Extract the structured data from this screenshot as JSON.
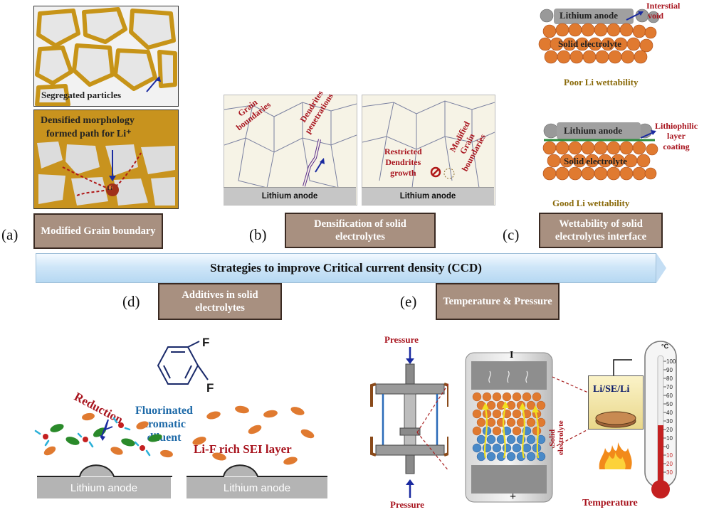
{
  "labels": {
    "a": "(a)",
    "b": "(b)",
    "c": "(c)",
    "d": "(d)",
    "e": "(e)"
  },
  "boxes": {
    "a": "Modified Grain boundary",
    "b": "Densification of solid electrolytes",
    "c": "Wettability of solid electrolytes interface",
    "d": "Additives in solid electrolytes",
    "e": "Temperature & Pressure"
  },
  "banner": "Strategies to improve Critical current density (CCD)",
  "panel_a": {
    "segregated": "Segregated particles",
    "densified_1": "Densified morphology",
    "densified_2": "formed path for Li⁺",
    "li": "Li"
  },
  "panel_b": {
    "grain_1": "Grain",
    "grain_2": "boundaries",
    "dendrites_1": "Dendrites",
    "dendrites_2": "penetrations",
    "restricted_1": "Restricted",
    "restricted_2": "Dendrites",
    "restricted_3": "growth",
    "modified_1": "Modified",
    "modified_2": "Grain",
    "modified_3": "boundaries",
    "anode_left": "Lithium anode",
    "anode_right": "Lithium anode"
  },
  "panel_c": {
    "top_anode": "Lithium anode",
    "top_electrolyte": "Solid electrolyte",
    "interstial_1": "Interstial",
    "interstial_2": "void",
    "poor": "Poor Li wettability",
    "bottom_anode": "Lithium anode",
    "bottom_electrolyte": "Solid electrolyte",
    "litho_1": "Lithiophilic",
    "litho_2": "layer",
    "litho_3": "coating",
    "good": "Good Li wettability"
  },
  "panel_d": {
    "reduction": "Reduction",
    "diluent_1": "Fluorinated",
    "diluent_2": "aromatic",
    "diluent_3": "diluent",
    "sei": "Li-F rich SEI layer",
    "f1": "F",
    "f2": "F",
    "anode_left": "Lithium anode",
    "anode_right": "Lithium anode"
  },
  "panel_e": {
    "pressure_top": "Pressure",
    "pressure_bottom": "Pressure",
    "cell_label_1": "Solid",
    "cell_label_2": "electrolyte",
    "minus": "I",
    "plus": "+",
    "box_label": "Li/SE/Li",
    "temperature": "Temperature",
    "unit": "°C",
    "scale": [
      "100",
      "90",
      "80",
      "70",
      "60",
      "50",
      "40",
      "30",
      "20",
      "10",
      "0",
      "10",
      "20",
      "30"
    ]
  },
  "colors": {
    "red_text": "#a8141e",
    "box_fill": "#a89080",
    "particle_orange": "#e0803a",
    "particle_gray": "#9a9a9a",
    "grain_gold": "#c9951a"
  }
}
